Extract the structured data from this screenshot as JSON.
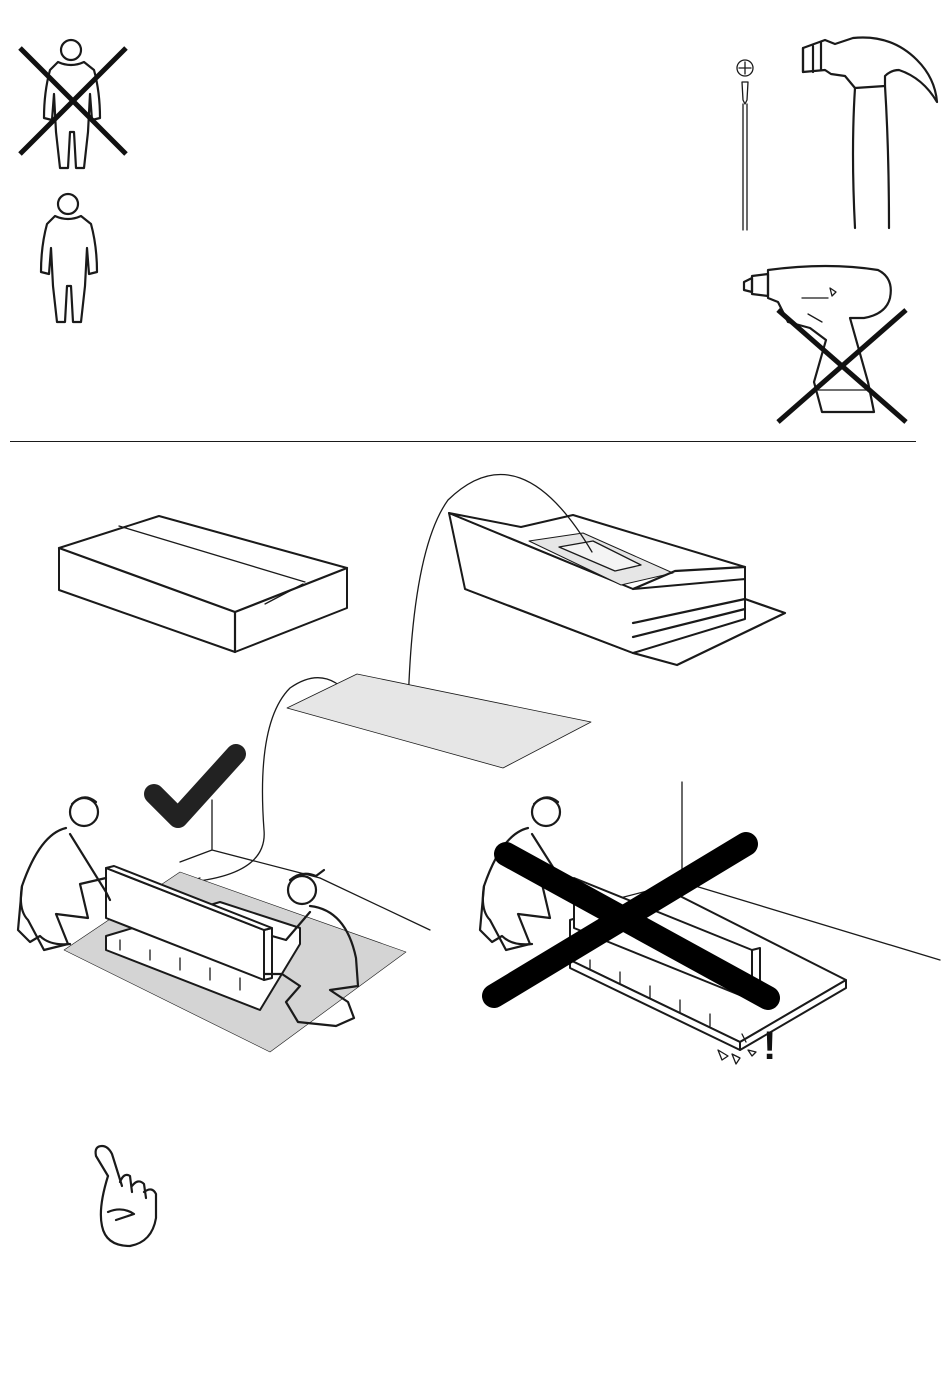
{
  "page": {
    "exclamation_mark": "!"
  },
  "icons": {
    "one_person_crossed": "person-crossed-icon",
    "two_persons": "person-icon",
    "screwdriver": "phillips-screwdriver-icon",
    "hammer": "hammer-icon",
    "drill_crossed": "power-drill-crossed-icon",
    "pointing_hand": "pointing-hand-icon"
  },
  "illustrations": {
    "closed_box": "closed-package",
    "open_box": "open-package",
    "protective_sheet": "cardboard-sheet",
    "correct_assembly": "assembly-on-protective-surface",
    "incorrect_assembly": "assembly-on-hard-floor"
  },
  "colors": {
    "line": "#1a1a1a",
    "sheet_fill": "#e6e6e6",
    "floor_fill": "#d4d4d4"
  }
}
